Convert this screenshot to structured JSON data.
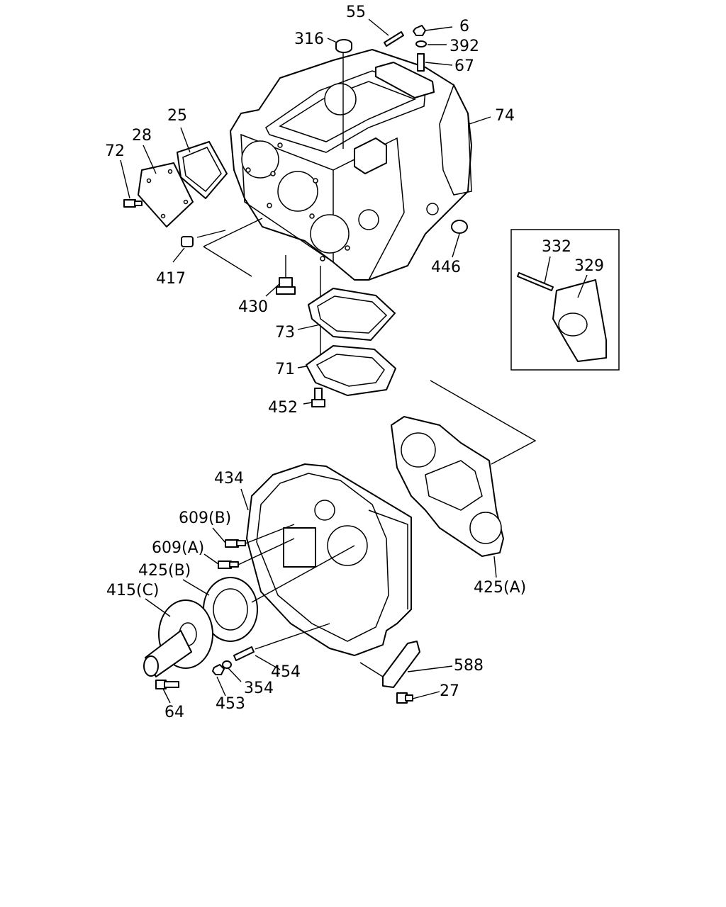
{
  "callouts": [
    {
      "id": "c55",
      "text": "55"
    },
    {
      "id": "c6",
      "text": "6"
    },
    {
      "id": "c392",
      "text": "392"
    },
    {
      "id": "c67",
      "text": "67"
    },
    {
      "id": "c316",
      "text": "316"
    },
    {
      "id": "c74",
      "text": "74"
    },
    {
      "id": "c25",
      "text": "25"
    },
    {
      "id": "c28",
      "text": "28"
    },
    {
      "id": "c72",
      "text": "72"
    },
    {
      "id": "c417",
      "text": "417"
    },
    {
      "id": "c430",
      "text": "430"
    },
    {
      "id": "c446",
      "text": "446"
    },
    {
      "id": "c332",
      "text": "332"
    },
    {
      "id": "c329",
      "text": "329"
    },
    {
      "id": "c73",
      "text": "73"
    },
    {
      "id": "c71",
      "text": "71"
    },
    {
      "id": "c452",
      "text": "452"
    },
    {
      "id": "c434",
      "text": "434"
    },
    {
      "id": "c609b",
      "text": "609(B)"
    },
    {
      "id": "c609a",
      "text": "609(A)"
    },
    {
      "id": "c425b",
      "text": "425(B)"
    },
    {
      "id": "c415c",
      "text": "415(C)"
    },
    {
      "id": "c425a",
      "text": "425(A)"
    },
    {
      "id": "c588",
      "text": "588"
    },
    {
      "id": "c454",
      "text": "454"
    },
    {
      "id": "c354",
      "text": "354"
    },
    {
      "id": "c453",
      "text": "453"
    },
    {
      "id": "c27",
      "text": "27"
    },
    {
      "id": "c64",
      "text": "64"
    }
  ]
}
